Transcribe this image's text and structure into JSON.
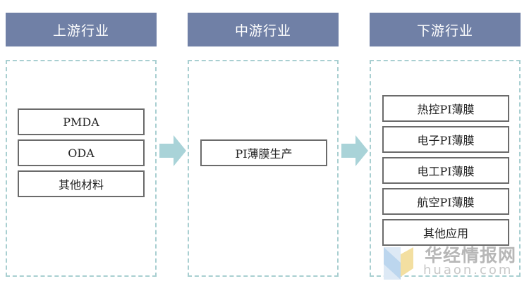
{
  "columns": [
    {
      "header": "上游行业",
      "items": [
        "PMDA",
        "ODA",
        "其他材料"
      ]
    },
    {
      "header": "中游行业",
      "items": [
        "PI薄膜生产"
      ]
    },
    {
      "header": "下游行业",
      "items": [
        "热控PI薄膜",
        "电子PI薄膜",
        "电工PI薄膜",
        "航空PI薄膜",
        "其他应用"
      ]
    }
  ],
  "watermark": {
    "title": "华经情报网",
    "subtitle": "huaon.com"
  },
  "colors": {
    "header_bg": "#7080a6",
    "dashed_border": "#a9cfd1",
    "arrow": "#a9d3d8",
    "box_border": "#6b6b6b"
  }
}
